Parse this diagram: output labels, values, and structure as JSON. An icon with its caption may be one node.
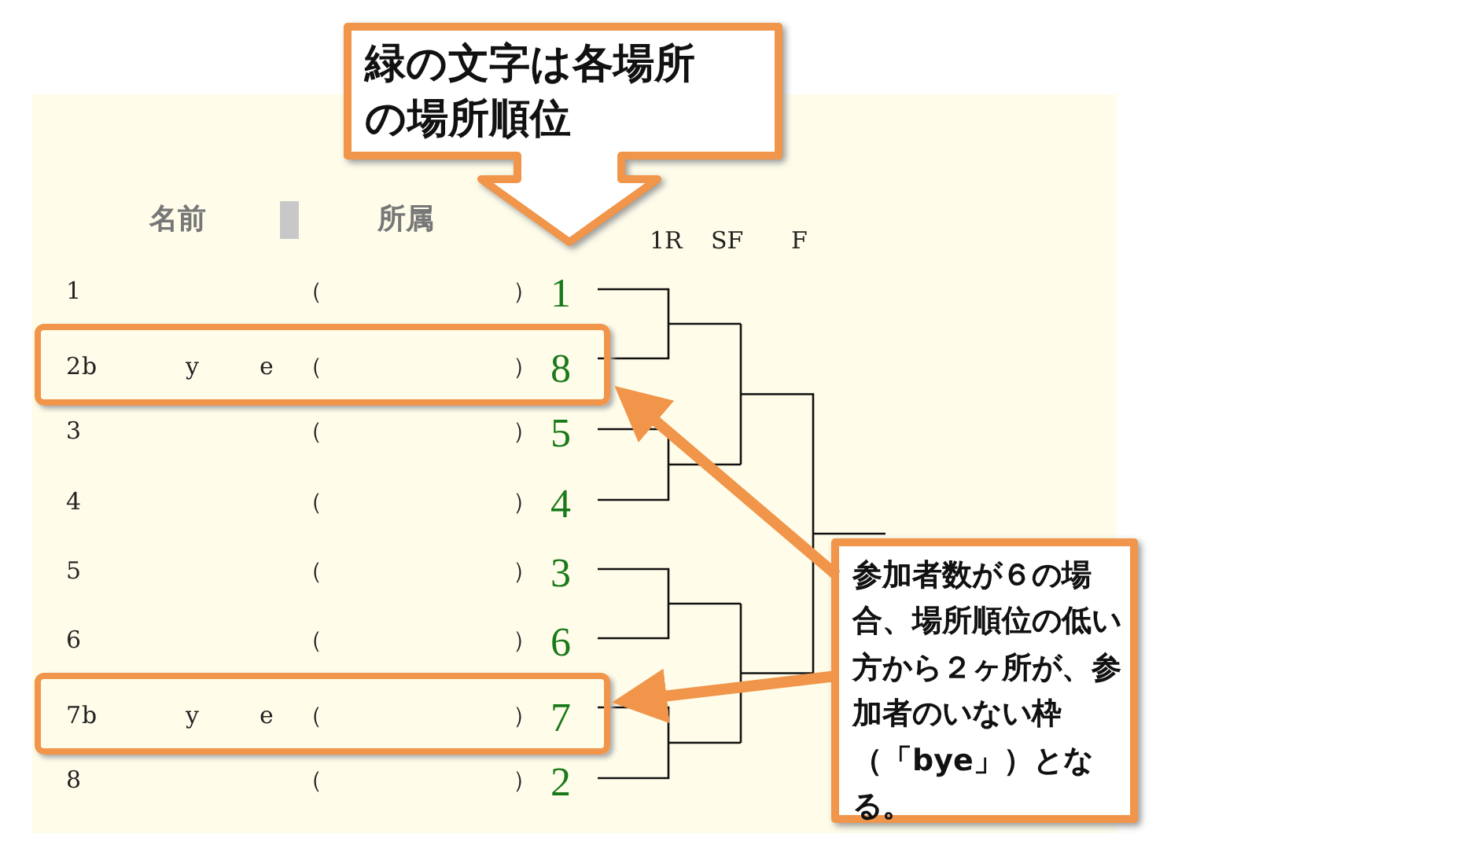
{
  "diagram": {
    "nodes": [
      {
        "text": [
          "緑の文字は各場所の場所順位"
        ]
      },
      {
        "text": [
          "2",
          "b",
          "y",
          "e",
          "（",
          "）",
          "8"
        ]
      },
      {
        "text": [
          "7",
          "b",
          "y",
          "e",
          "（",
          "）",
          "7"
        ]
      },
      {
        "text": [
          "参加者数が６の場合、場所順位の低い方から２ヶ所が、参加者のいない枠（「bye」）となる。"
        ]
      }
    ],
    "edges": [
      {
        "from": 3,
        "to": 1,
        "arrow": "to"
      },
      {
        "from": 3,
        "to": 2,
        "arrow": "to"
      }
    ],
    "labels": [
      "名前",
      "所属",
      "1R",
      "SF",
      "F",
      "1",
      "（",
      "）",
      "1",
      "3",
      "（",
      "）",
      "5",
      "4",
      "（",
      "）",
      "4",
      "5",
      "（",
      "）",
      "3",
      "6",
      "（",
      "）",
      "6",
      "8",
      "（",
      "）",
      "2"
    ]
  }
}
